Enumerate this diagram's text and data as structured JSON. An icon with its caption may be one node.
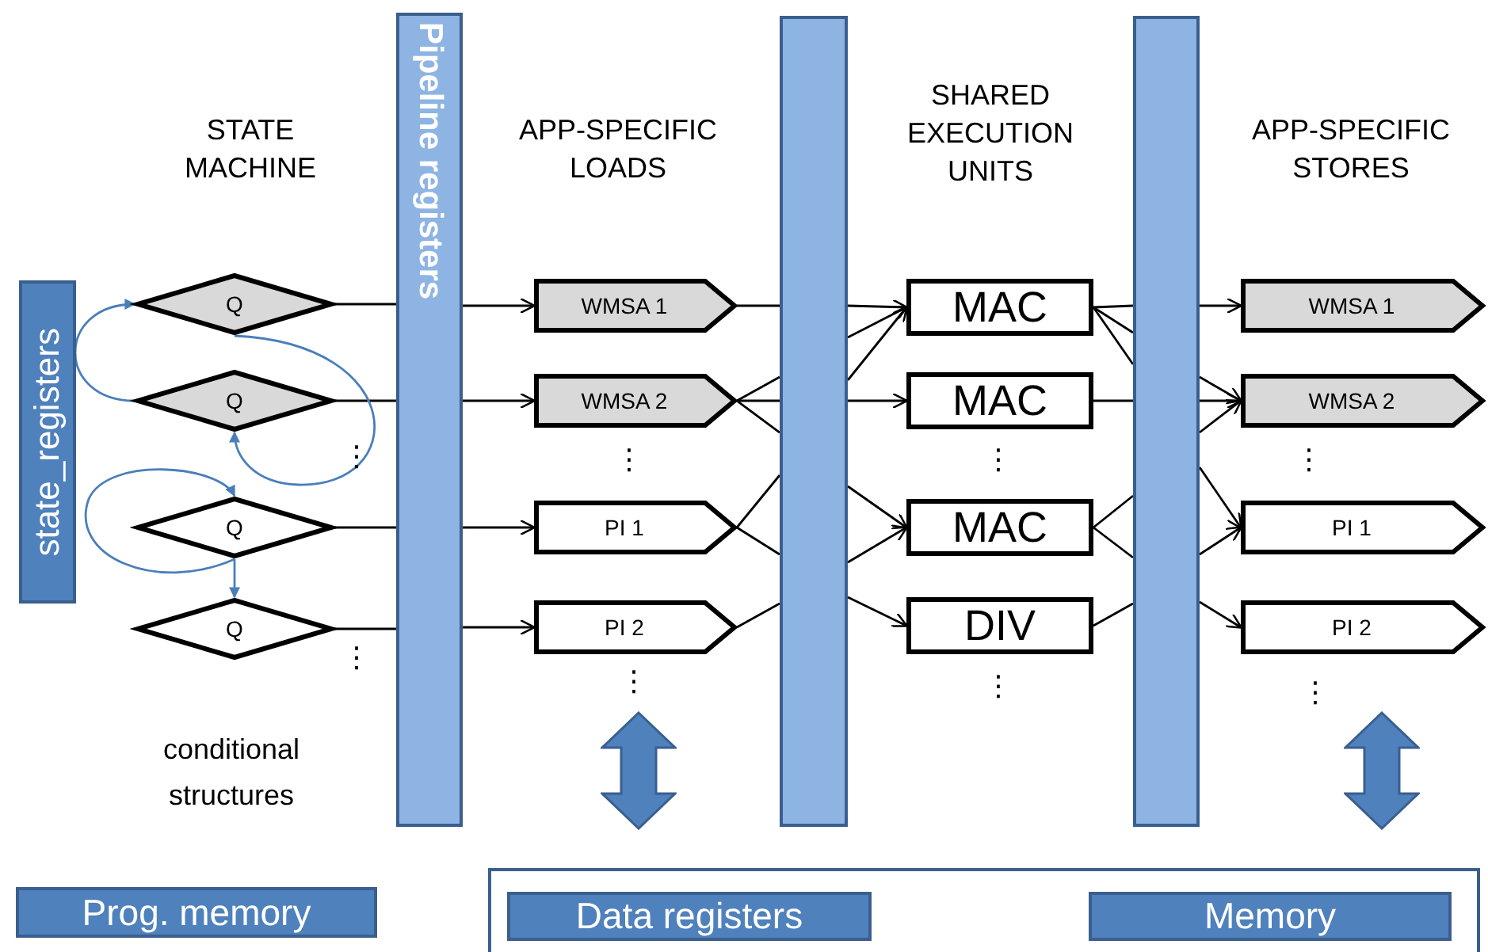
{
  "diagram": {
    "nodes": [
      {
        "text": [
          "state_registers"
        ]
      },
      {
        "text": [
          "Pipeline registers"
        ]
      },
      {
        "text": [],
        "shape": "bar"
      },
      {
        "text": [],
        "shape": "bar"
      },
      {
        "text": [
          "Q"
        ]
      },
      {
        "text": [
          "Q"
        ]
      },
      {
        "text": [
          "Q"
        ]
      },
      {
        "text": [
          "Q"
        ]
      },
      {
        "text": [
          "WMSA 1"
        ]
      },
      {
        "text": [
          "WMSA 2"
        ]
      },
      {
        "text": [
          "PI 1"
        ]
      },
      {
        "text": [
          "PI 2"
        ]
      },
      {
        "text": [
          "MAC"
        ]
      },
      {
        "text": [
          "MAC"
        ]
      },
      {
        "text": [
          "MAC"
        ]
      },
      {
        "text": [
          "DIV"
        ]
      },
      {
        "text": [
          "WMSA 1"
        ]
      },
      {
        "text": [
          "WMSA 2"
        ]
      },
      {
        "text": [
          "PI 1"
        ]
      },
      {
        "text": [
          "PI 2"
        ]
      },
      {
        "text": [
          "Prog. memory"
        ]
      },
      {
        "text": [],
        "shape": "box"
      },
      {
        "text": [
          "Data registers"
        ],
        "in": 21
      },
      {
        "text": [
          "Memory"
        ],
        "in": 21
      }
    ],
    "edges": [
      {
        "from": 4,
        "to": 1,
        "arrow": "none"
      },
      {
        "from": 5,
        "to": 1,
        "arrow": "none"
      },
      {
        "from": 6,
        "to": 1,
        "arrow": "none"
      },
      {
        "from": 7,
        "to": 1,
        "arrow": "none"
      },
      {
        "from": 1,
        "to": 8,
        "arrow": "to"
      },
      {
        "from": 1,
        "to": 9,
        "arrow": "to"
      },
      {
        "from": 1,
        "to": 10,
        "arrow": "to"
      },
      {
        "from": 1,
        "to": 11,
        "arrow": "to"
      },
      {
        "from": 5,
        "to": 4,
        "arrow": "to",
        "color": "#4a7ebb"
      },
      {
        "from": 4,
        "to": 5,
        "arrow": "to",
        "color": "#4a7ebb"
      },
      {
        "from": 6,
        "to": 6,
        "arrow": "to",
        "color": "#4a7ebb"
      },
      {
        "from": 6,
        "to": 7,
        "arrow": "to",
        "color": "#4a7ebb"
      },
      {
        "from": 8,
        "to": 2,
        "arrow": "none"
      },
      {
        "from": 9,
        "to": 2,
        "arrow": "none"
      },
      {
        "from": 9,
        "to": 2,
        "arrow": "none"
      },
      {
        "from": 9,
        "to": 2,
        "arrow": "none"
      },
      {
        "from": 10,
        "to": 2,
        "arrow": "none"
      },
      {
        "from": 10,
        "to": 2,
        "arrow": "none"
      },
      {
        "from": 11,
        "to": 2,
        "arrow": "none"
      },
      {
        "from": 2,
        "to": 12,
        "arrow": "to"
      },
      {
        "from": 2,
        "to": 12,
        "arrow": "to"
      },
      {
        "from": 2,
        "to": 12,
        "arrow": "to"
      },
      {
        "from": 2,
        "to": 13,
        "arrow": "to"
      },
      {
        "from": 2,
        "to": 14,
        "arrow": "to"
      },
      {
        "from": 2,
        "to": 14,
        "arrow": "to"
      },
      {
        "from": 2,
        "to": 15,
        "arrow": "to"
      },
      {
        "from": 12,
        "to": 3,
        "arrow": "none"
      },
      {
        "from": 12,
        "to": 3,
        "arrow": "none"
      },
      {
        "from": 12,
        "to": 3,
        "arrow": "none"
      },
      {
        "from": 13,
        "to": 3,
        "arrow": "none"
      },
      {
        "from": 14,
        "to": 3,
        "arrow": "none"
      },
      {
        "from": 14,
        "to": 3,
        "arrow": "none"
      },
      {
        "from": 15,
        "to": 3,
        "arrow": "none"
      },
      {
        "from": 3,
        "to": 16,
        "arrow": "to"
      },
      {
        "from": 3,
        "to": 17,
        "arrow": "to"
      },
      {
        "from": 3,
        "to": 17,
        "arrow": "to"
      },
      {
        "from": 3,
        "to": 17,
        "arrow": "to"
      },
      {
        "from": 3,
        "to": 18,
        "arrow": "to"
      },
      {
        "from": 3,
        "to": 18,
        "arrow": "to"
      },
      {
        "from": 3,
        "to": 19,
        "arrow": "to"
      }
    ],
    "labels": [
      "STATE MACHINE",
      "APP-SPECIFIC LOADS",
      "SHARED EXECUTION UNITS",
      "APP-SPECIFIC STORES",
      "⋮",
      "⋮",
      "⋮",
      "⋮",
      "⋮",
      "⋮",
      "⋮",
      "⋮",
      "conditional structures"
    ]
  }
}
